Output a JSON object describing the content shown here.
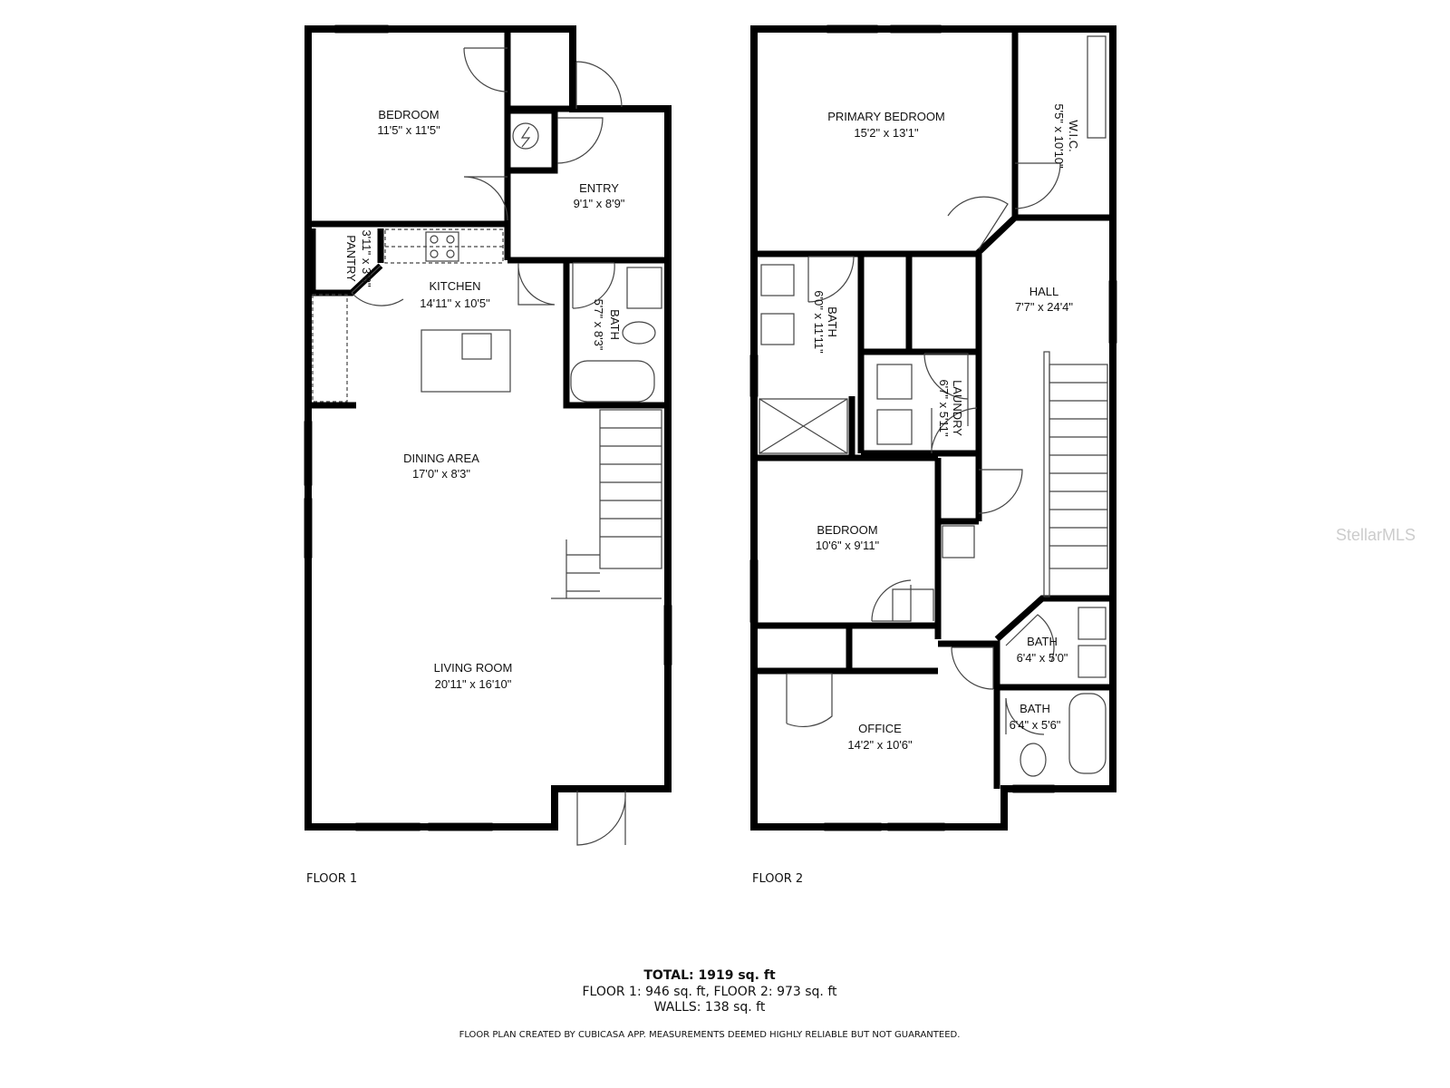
{
  "floor1": {
    "label": "FLOOR 1",
    "rooms": [
      {
        "name": "BEDROOM",
        "size": "11'5\" x 11'5\""
      },
      {
        "name": "ENTRY",
        "size": "9'1\" x 8'9\""
      },
      {
        "name": "PANTRY",
        "size": "3'11\" x 3'8\""
      },
      {
        "name": "KITCHEN",
        "size": "14'11\" x 10'5\""
      },
      {
        "name": "BATH",
        "size": "5'7\" x 8'3\""
      },
      {
        "name": "DINING AREA",
        "size": "17'0\" x 8'3\""
      },
      {
        "name": "LIVING ROOM",
        "size": "20'11\" x 16'10\""
      }
    ]
  },
  "floor2": {
    "label": "FLOOR 2",
    "rooms": [
      {
        "name": "PRIMARY BEDROOM",
        "size": "15'2\" x 13'1\""
      },
      {
        "name": "W.I.C.",
        "size": "5'5\" x 10'10\""
      },
      {
        "name": "HALL",
        "size": "7'7\" x 24'4\""
      },
      {
        "name": "BATH",
        "size": "6'0\" x 11'11\""
      },
      {
        "name": "LAUNDRY",
        "size": "6'7\" x 5'11\""
      },
      {
        "name": "BEDROOM",
        "size": "10'6\" x 9'11\""
      },
      {
        "name": "BATH",
        "size": "6'4\" x 5'0\""
      },
      {
        "name": "BATH",
        "size": "6'4\" x 5'6\""
      },
      {
        "name": "OFFICE",
        "size": "14'2\" x 10'6\""
      }
    ]
  },
  "summary": {
    "total": "TOTAL: 1919 sq. ft",
    "floors": "FLOOR 1: 946 sq. ft, FLOOR 2: 973 sq. ft",
    "walls": "WALLS: 138 sq. ft"
  },
  "disclaimer": "FLOOR PLAN CREATED BY CUBICASA APP. MEASUREMENTS DEEMED HIGHLY RELIABLE BUT NOT GUARANTEED.",
  "watermark": "StellarMLS"
}
